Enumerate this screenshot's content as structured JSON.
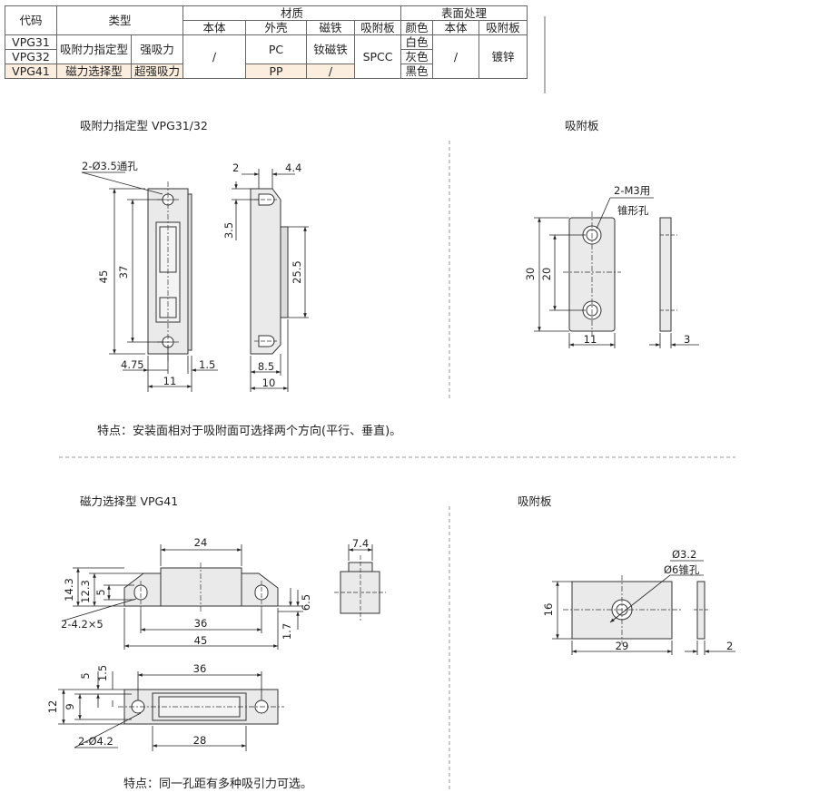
{
  "table": {
    "h_code": "代码",
    "h_type": "类型",
    "h_material": "材质",
    "h_surface": "表面处理",
    "sh_body": "本体",
    "sh_shell": "外壳",
    "sh_magnet": "磁铁",
    "sh_plate": "吸附板",
    "sh_color": "颜色",
    "sh_body2": "本体",
    "sh_plate2": "吸附板",
    "code1": "VPG31",
    "code2": "VPG32",
    "code3": "VPG41",
    "type1": "吸附力指定型",
    "type1b": "强吸力",
    "type3": "磁力选择型",
    "type3b": "超强吸力",
    "body_mat": "/",
    "shell1": "PC",
    "magnet1": "钕磁铁",
    "plate_mat": "SPCC",
    "color1": "白色",
    "color2": "灰色",
    "color3": "黑色",
    "body_surf": "/",
    "plate_surf": "镀锌",
    "shell3": "PP",
    "magnet3": "/"
  },
  "section1": {
    "title": "吸附力指定型  VPG31/32",
    "plate_title": "吸附板",
    "hole_note": "2-Ø3.5通孔",
    "plate_hole_note1": "2-M3用",
    "plate_hole_note2": "锥形孔",
    "feature": "特点：安装面相对于吸附面可选择两个方向(平行、垂直)。",
    "dims": {
      "d45": "45",
      "d37": "37",
      "d4_75": "4.75",
      "d1_5": "1.5",
      "d11": "11",
      "d2": "2",
      "d4_4": "4.4",
      "d3_5": "3.5",
      "d25_5": "25.5",
      "d8_5": "8.5",
      "d10": "10",
      "p30": "30",
      "p20": "20",
      "p11": "11",
      "p3": "3"
    }
  },
  "section2": {
    "title": "磁力选择型  VPG41",
    "plate_title": "吸附板",
    "hole_note1": "2-4.2×5",
    "hole_note2": "2-Ø4.2",
    "plate_hole_note1": "Ø3.2",
    "plate_hole_note2": "Ø6锥孔",
    "feature": "特点：同一孔距有多种吸引力可选。",
    "dims": {
      "d24": "24",
      "d14_3": "14.3",
      "d12_3": "12.3",
      "d5": "5",
      "d36": "36",
      "d45": "45",
      "d1_7": "1.7",
      "d6_5": "6.5",
      "d7_4": "7.4",
      "b5": "5",
      "b1_5": "1.5",
      "b36": "36",
      "b12": "12",
      "b9": "9",
      "b28": "28",
      "p16": "16",
      "p29": "29",
      "p2": "2"
    }
  }
}
